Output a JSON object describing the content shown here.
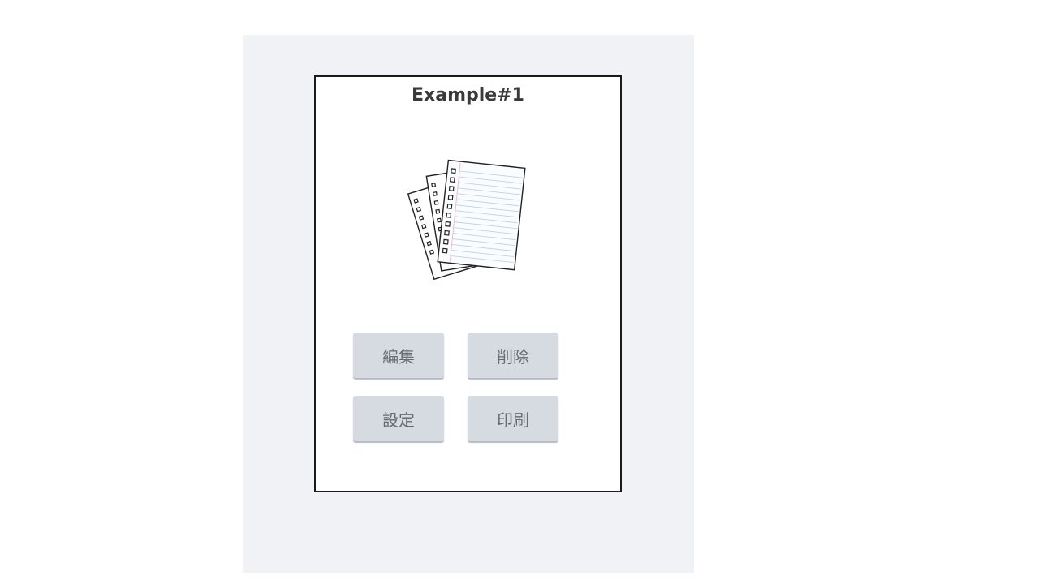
{
  "card": {
    "title": "Example#1",
    "icon": "documents-icon"
  },
  "buttons": {
    "edit": "編集",
    "delete": "削除",
    "settings": "設定",
    "print": "印刷"
  }
}
